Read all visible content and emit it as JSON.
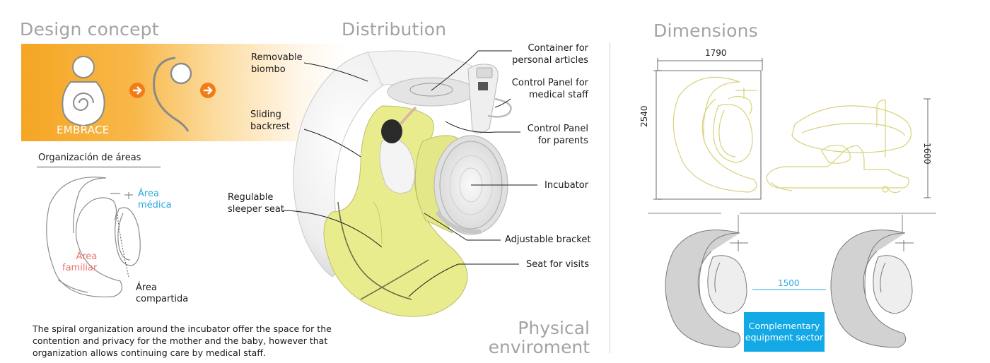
{
  "sections": {
    "design_concept": "Design concept",
    "distribution": "Distribution",
    "dimensions": "Dimensions"
  },
  "concept": {
    "embrace": "EMBRACE",
    "organization_title": "Organización de áreas",
    "area_medica": "Área\nmédica",
    "area_familiar": "Área\nfamiliar",
    "area_compartida": "Área\ncompartida",
    "description": "The spiral organization around the incubator offer the space for the contention and privacy for the mother and the baby, however that organization allows continuing care by medical staff."
  },
  "distribution": {
    "labels": {
      "removable_biombo": "Removable\nbiombo",
      "sliding_backrest": "Sliding\nbackrest",
      "regulable_sleeper_seat": "Regulable\nsleeper seat",
      "container": "Container for\npersonal articles",
      "control_panel_medical": "Control Panel for\nmedical staff",
      "control_panel_parents": "Control Panel\nfor parents",
      "incubator": "Incubator",
      "adjustable_bracket": "Adjustable bracket",
      "seat_for_visits": "Seat for visits"
    },
    "physical_environment": "Physical\nenviroment"
  },
  "dimensions": {
    "width_top": "1790",
    "height_left": "2540",
    "height_right": "1600",
    "spacing": "1500",
    "sector_label": "Complementary\nequipment sector"
  },
  "colors": {
    "banner_orange": "#f5a623",
    "arrow_orange": "#f07d1a",
    "seat_yellow": "#e9ec8c",
    "area_medica_blue": "#29a8e0",
    "area_familiar_red": "#e8746b",
    "sector_blue": "#12a9e6",
    "sketch_yellow": "#d8d27a",
    "title_gray": "#a3a3a3"
  }
}
